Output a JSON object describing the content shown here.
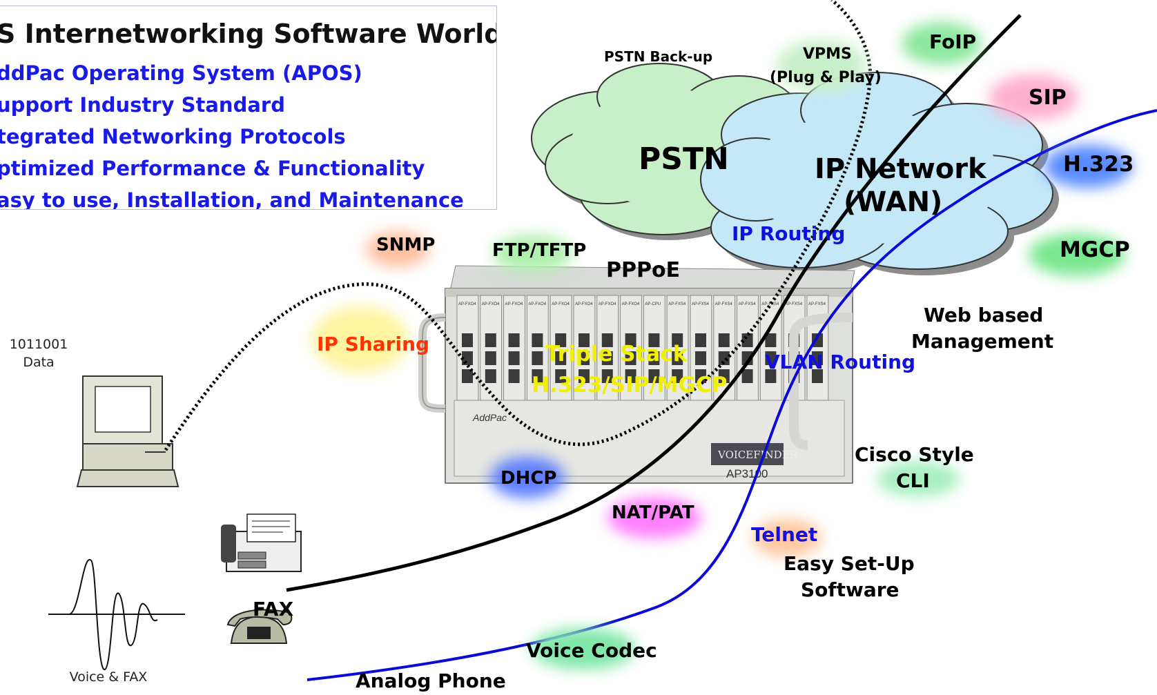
{
  "info_box": {
    "title": "S Internetworking Software World",
    "items": [
      "ddPac Operating System (APOS)",
      "upport Industry Standard",
      "tegrated Networking Protocols",
      "ptimized Performance & Functionality",
      "asy to use, Installation, and Maintenance"
    ]
  },
  "clouds": {
    "pstn": "PSTN",
    "ip_network_line1": "IP Network",
    "ip_network_line2": "(WAN)"
  },
  "labels": {
    "pstn_backup": "PSTN Back-up",
    "vpms_line1": "VPMS",
    "vpms_line2": "(Plug & Play)",
    "foip": "FoIP",
    "sip": "SIP",
    "h323": "H.323",
    "mgcp": "MGCP",
    "ip_routing": "IP Routing",
    "snmp": "SNMP",
    "ftp_tftp": "FTP/TFTP",
    "pppoe": "PPPoE",
    "web_mgmt_line1": "Web based",
    "web_mgmt_line2": "Management",
    "ip_sharing": "IP Sharing",
    "triple_stack_line1": "Triple Stack",
    "triple_stack_line2": "H.323/SIP/MGCP",
    "vlan_routing": "VLAN Routing",
    "dhcp": "DHCP",
    "cisco_cli_line1": "Cisco Style",
    "cisco_cli_line2": "CLI",
    "nat_pat": "NAT/PAT",
    "telnet": "Telnet",
    "easy_setup_line1": "Easy Set-Up",
    "easy_setup_line2": "Software",
    "fax": "FAX",
    "voice_codec": "Voice Codec",
    "analog_phone": "Analog Phone"
  },
  "captions": {
    "data_line1": "1011001",
    "data_line2": "Data",
    "voice_fax": "Voice & FAX"
  },
  "device": {
    "brand": "AddPac",
    "product_logo": "VOICEFINDER",
    "model": "AP3100",
    "slot_labels": [
      "AP-FXO4",
      "AP-FXO4",
      "AP-FXO4",
      "AP-FXO4",
      "AP-FXO4",
      "AP-FXO4",
      "AP-FXO4",
      "AP-FXO4",
      "AP-CPU",
      "AP-FXS4",
      "AP-FXS4",
      "AP-FXS4",
      "AP-FXS4",
      "AP-FXS4",
      "AP-FXS4",
      "AP-FXS4"
    ]
  },
  "colors": {
    "info_text": "#1a1ae6",
    "black_line": "#000000",
    "blue_line": "#0a0ad8",
    "pstn_cloud": "#c8f0c8",
    "ip_cloud": "#c4e8f8",
    "ip_sharing_text": "#ff3300",
    "triple_stack_text": "#f0f000",
    "blue_label_text": "#1010e0"
  }
}
